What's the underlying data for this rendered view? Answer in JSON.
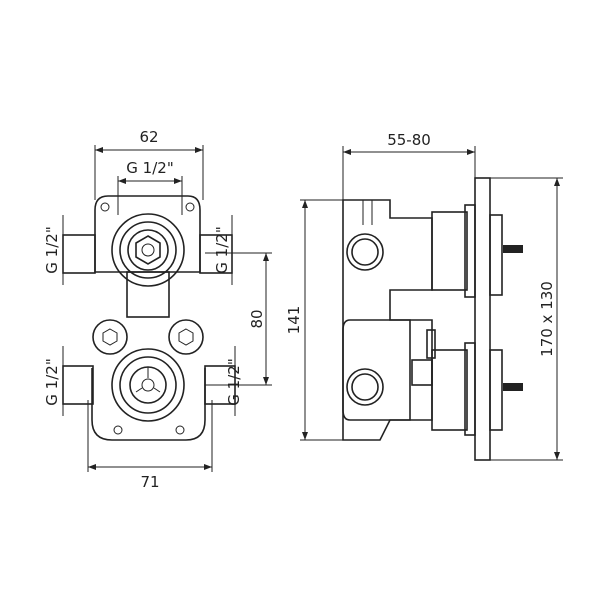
{
  "dimensions": {
    "width_top": "62",
    "thread_top": "G 1/2\"",
    "thread_upper_left": "G 1/2\"",
    "thread_upper_right": "G 1/2\"",
    "thread_lower_left": "G 1/2\"",
    "thread_lower_right": "G 1/2\"",
    "center_distance": "80",
    "width_bottom": "71",
    "depth": "55-80",
    "height": "141",
    "plate_size": "170 x 130"
  }
}
